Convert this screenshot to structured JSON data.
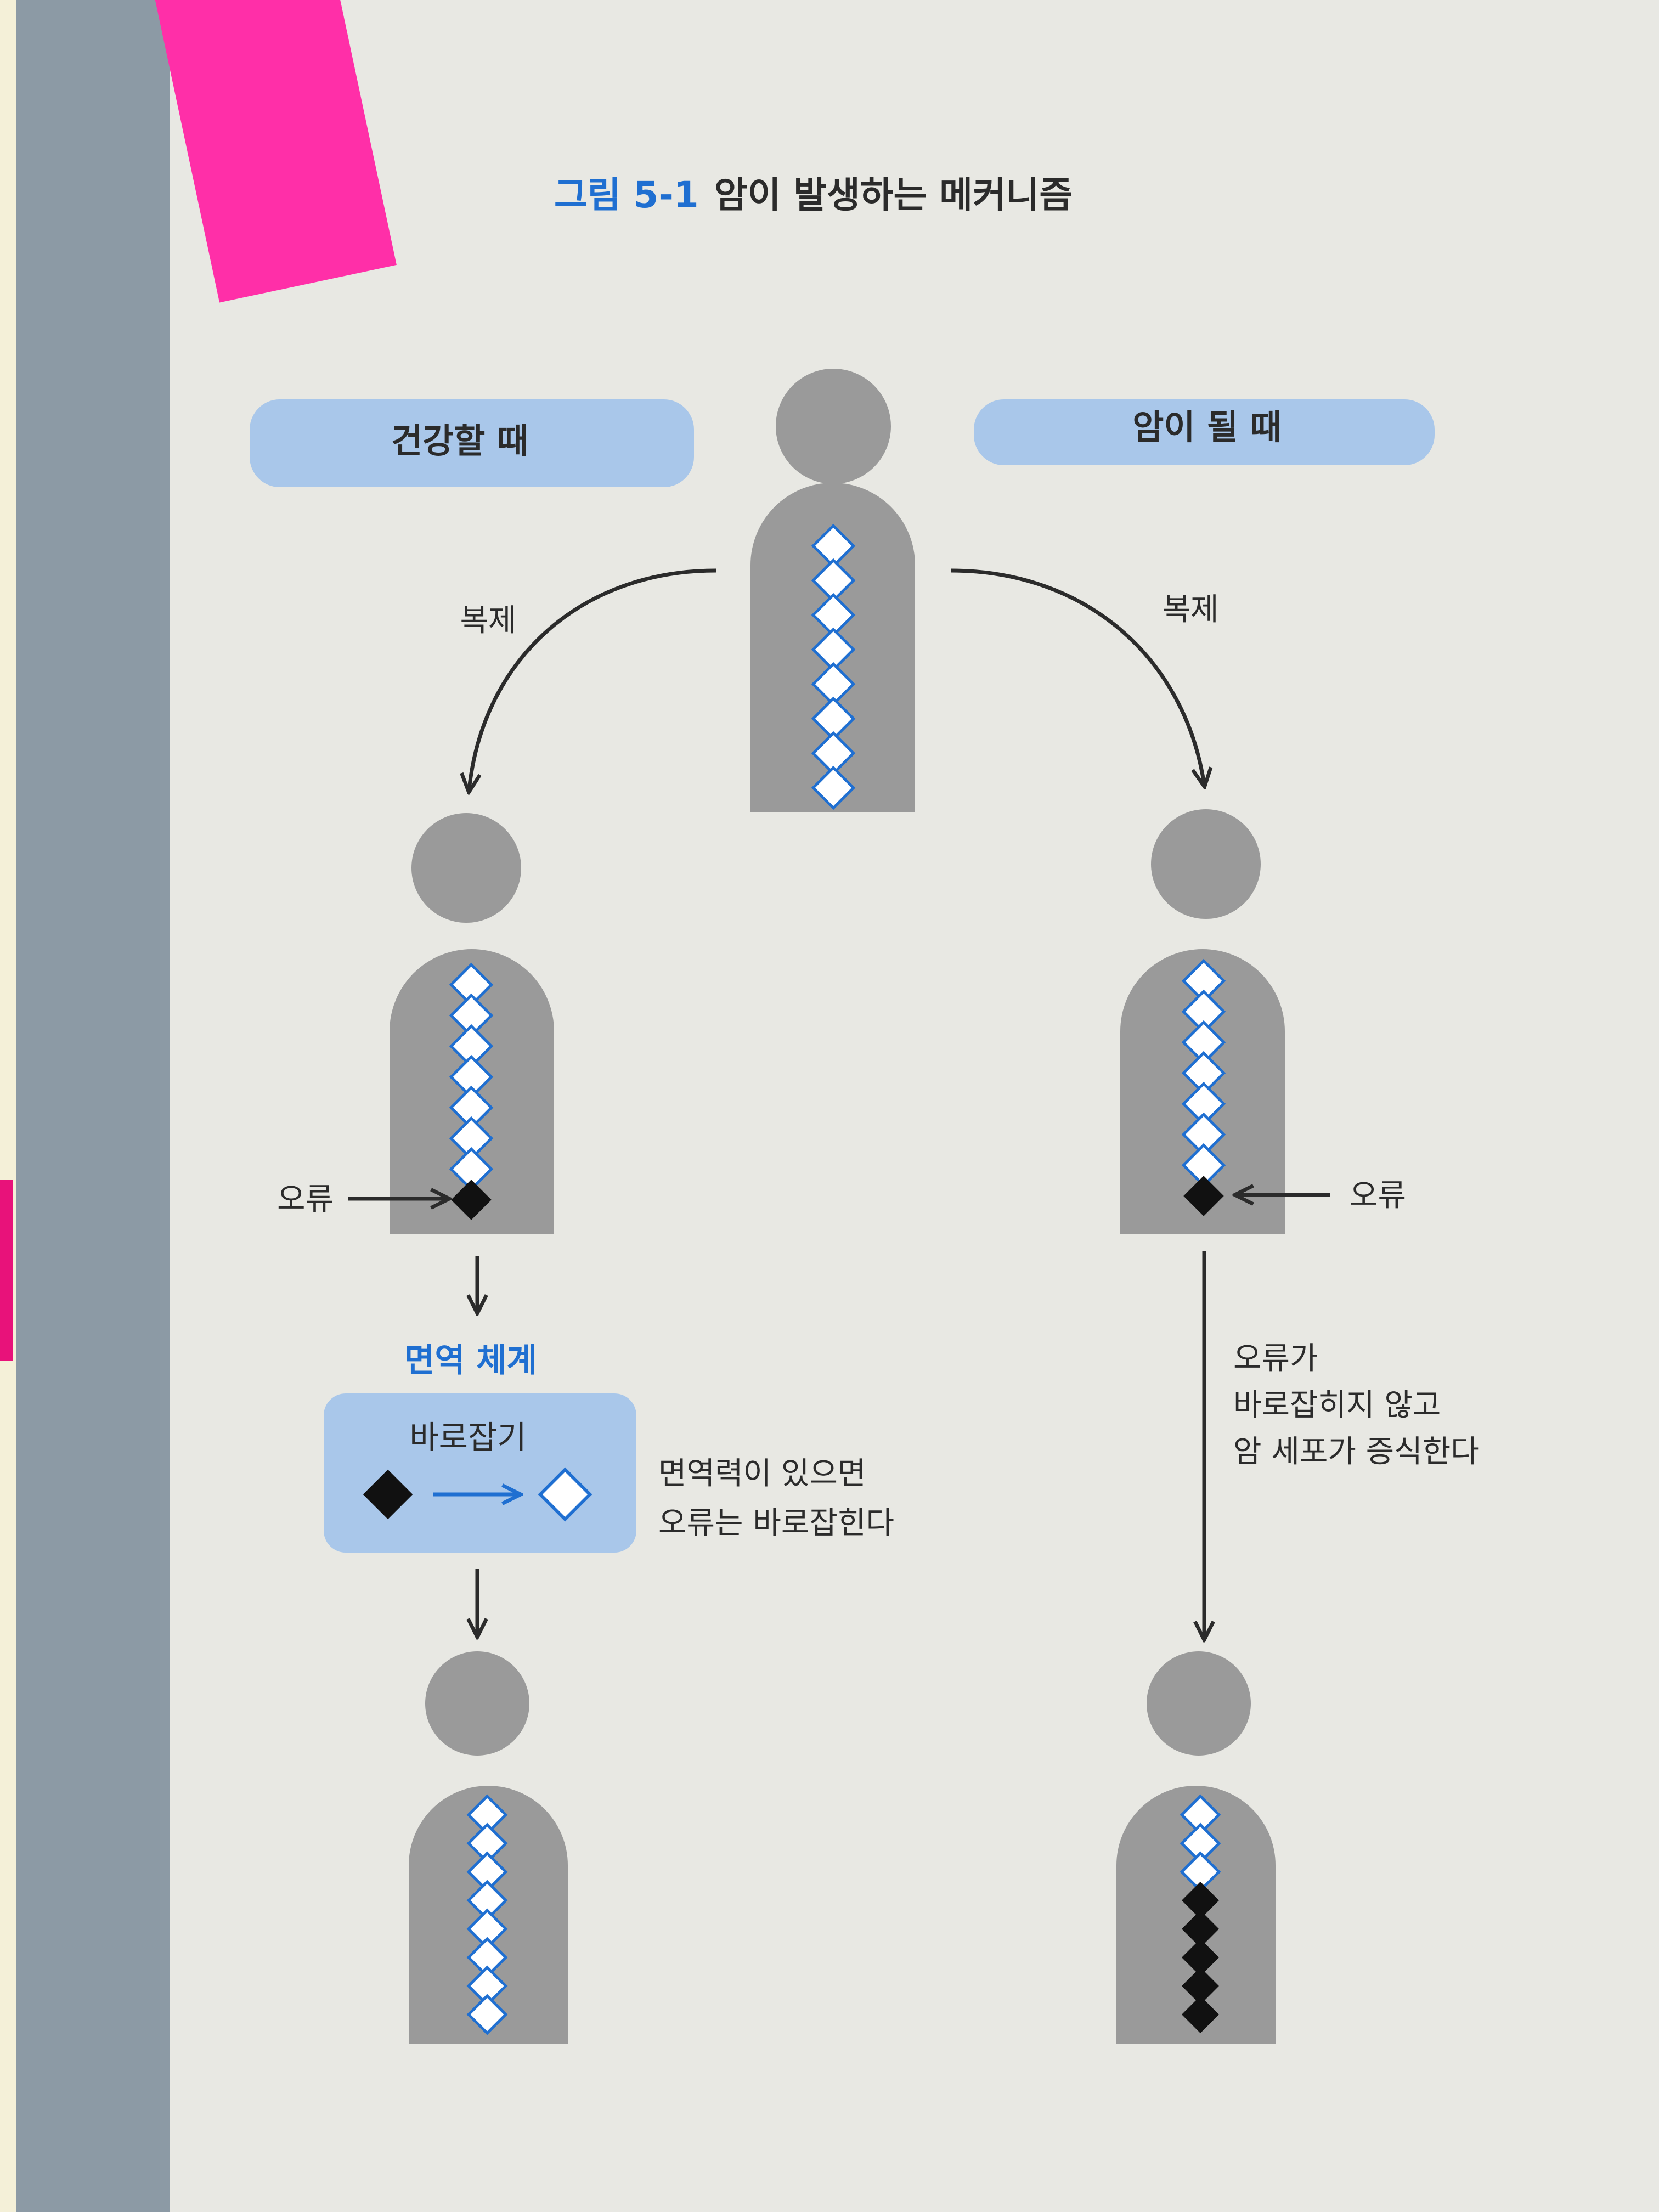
{
  "figure": {
    "label": "그림 5-1",
    "title": "암이 발생하는 메커니즘"
  },
  "left": {
    "header": "건강할 때",
    "replication_label": "복제",
    "error_label": "오류",
    "immune_label": "면역 체계",
    "correction_box_title": "바로잡기",
    "note_line1": "면역력이 있으면",
    "note_line2": "오류는 바로잡힌다"
  },
  "right": {
    "header": "암이 될 때",
    "replication_label": "복제",
    "error_label": "오류",
    "note_line1": "오류가",
    "note_line2": "바로잡히지 않고",
    "note_line3": "암 세포가 증식한다"
  },
  "colors": {
    "page": "#e8e8e3",
    "figure_gray": "#9a9a9a",
    "accent_blue": "#1f6fd1",
    "pill_blue": "#a9c7ea",
    "text": "#2b2b2b",
    "sticky_note": "#ff2fa8"
  }
}
